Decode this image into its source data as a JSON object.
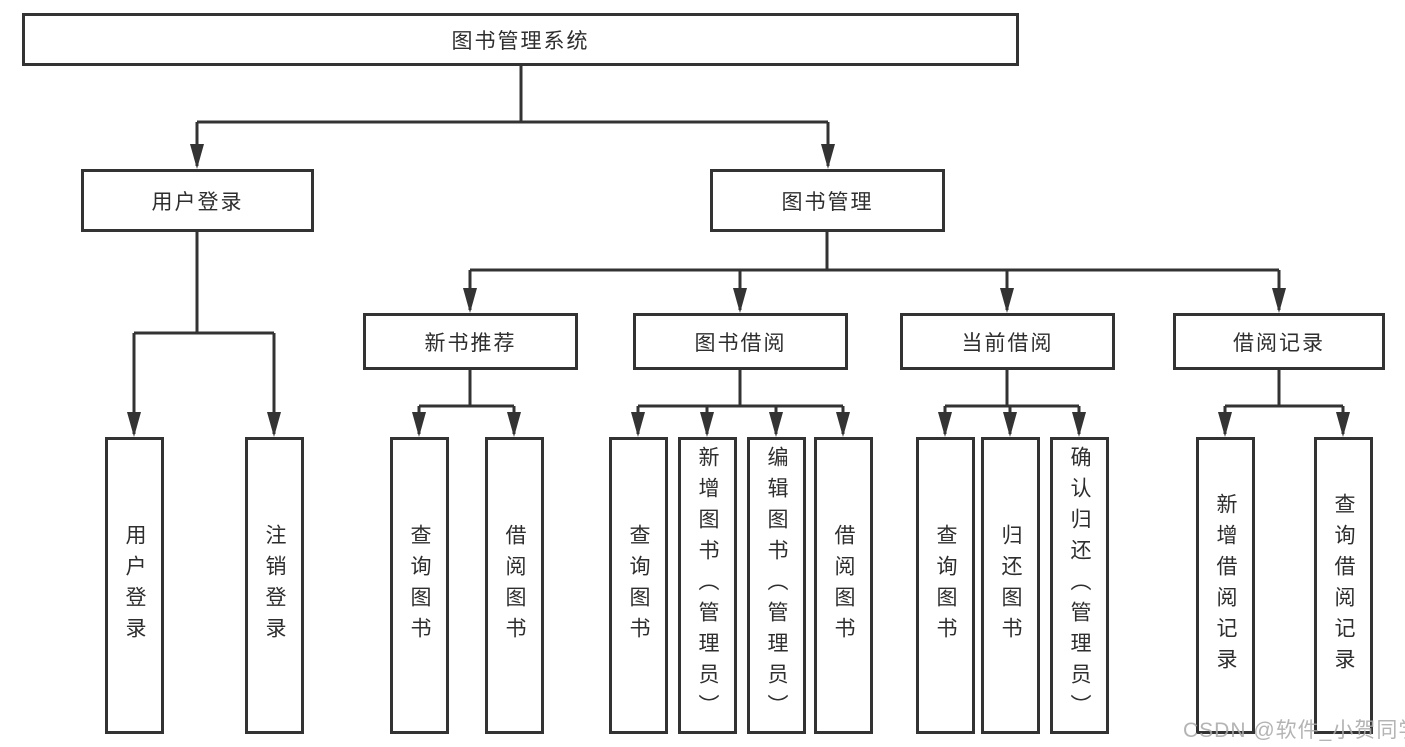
{
  "diagram": {
    "root": "图书管理系统",
    "level2": {
      "user_login": "用户登录",
      "book_mgmt": "图书管理"
    },
    "level3": {
      "new_books": "新书推荐",
      "borrowing": "图书借阅",
      "current": "当前借阅",
      "records": "借阅记录"
    },
    "leaves": {
      "user_login": [
        "用户登录",
        "注销登录"
      ],
      "new_books": [
        "查询图书",
        "借阅图书"
      ],
      "borrowing": [
        "查询图书",
        "新增图书（管理员）",
        "编辑图书（管理员）",
        "借阅图书"
      ],
      "current": [
        "查询图书",
        "归还图书",
        "确认归还（管理员）"
      ],
      "records": [
        "新增借阅记录",
        "查询借阅记录"
      ]
    },
    "line_color": "#333333"
  },
  "watermark": "CSDN @软件_小贺同学"
}
